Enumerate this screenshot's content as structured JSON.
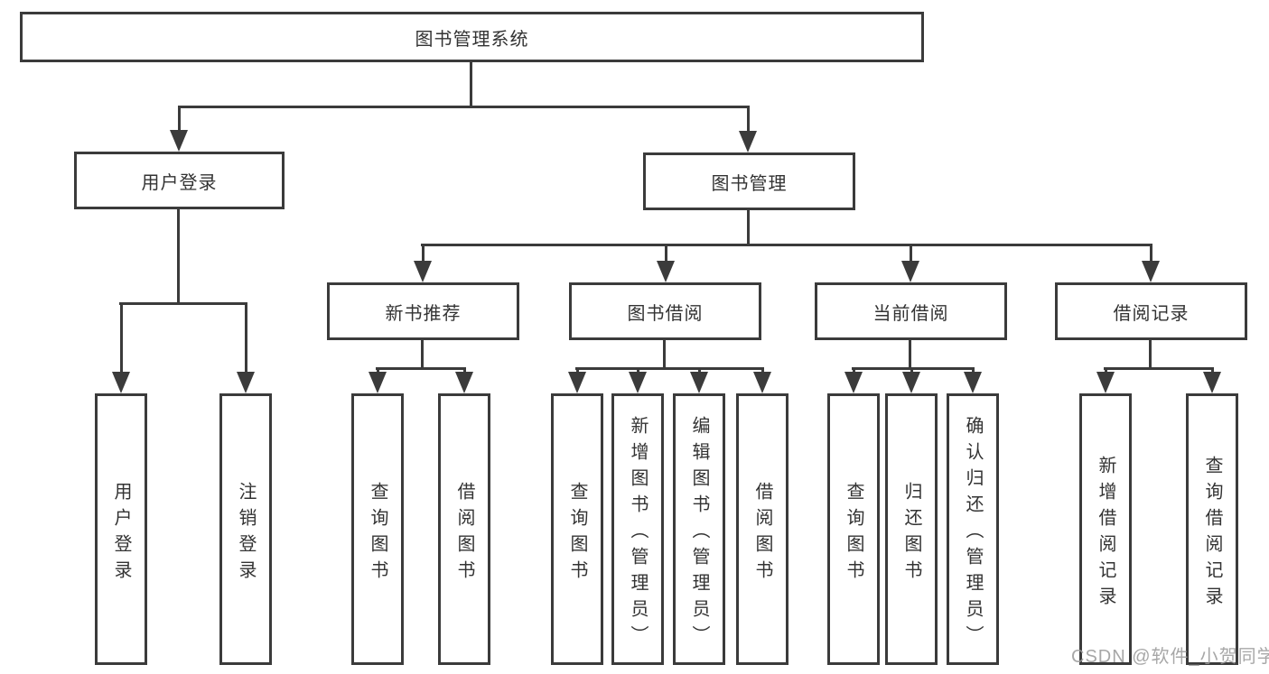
{
  "diagram": {
    "title": "图书管理系统",
    "root": {
      "label": "图书管理系统"
    },
    "level2": [
      {
        "label": "用户登录"
      },
      {
        "label": "图书管理"
      }
    ],
    "level3": [
      {
        "label": "新书推荐"
      },
      {
        "label": "图书借阅"
      },
      {
        "label": "当前借阅"
      },
      {
        "label": "借阅记录"
      }
    ],
    "leaves": [
      {
        "label": "用户登录"
      },
      {
        "label": "注销登录"
      },
      {
        "label": "查询图书"
      },
      {
        "label": "借阅图书"
      },
      {
        "label": "查询图书"
      },
      {
        "label": "新增图书（管理员）"
      },
      {
        "label": "编辑图书（管理员）"
      },
      {
        "label": "借阅图书"
      },
      {
        "label": "查询图书"
      },
      {
        "label": "归还图书"
      },
      {
        "label": "确认归还（管理员）"
      },
      {
        "label": "新增借阅记录"
      },
      {
        "label": "查询借阅记录"
      }
    ]
  },
  "watermark": {
    "text": "CSDN @软件_小贺同学"
  },
  "colors": {
    "line": "#3b3b3b",
    "text": "#333333",
    "watermark": "#9c9c9c",
    "background": "#ffffff"
  }
}
